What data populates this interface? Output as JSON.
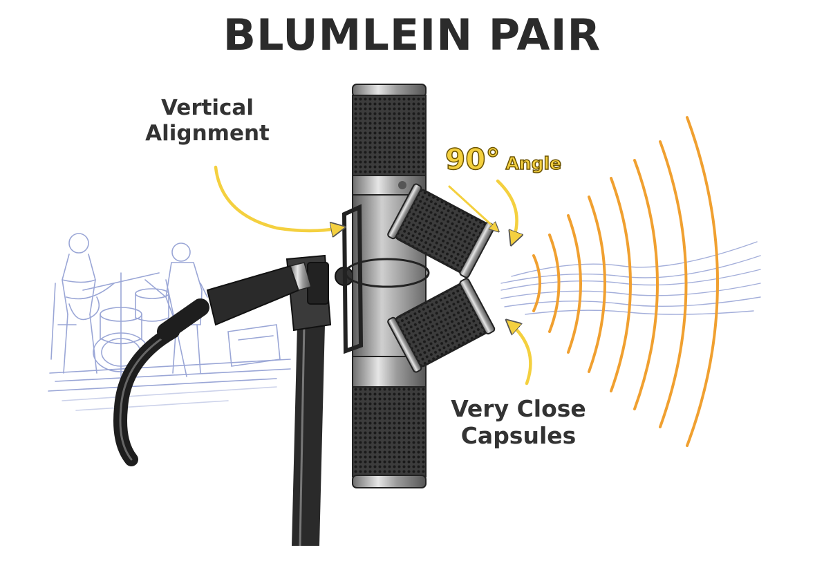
{
  "title": "BLUMLEIN PAIR",
  "annotations": {
    "vertical_alignment": "Vertical Alignment",
    "angle_value": "90°",
    "angle_word": "Angle",
    "capsules": "Very Close Capsules"
  },
  "colors": {
    "accent_yellow": "#f4d03f",
    "wave_orange": "#f0a030",
    "sketch_blue": "#9aa6d6",
    "text_dark": "#2b2b2b",
    "mic_grey": "#4a4a4a"
  }
}
